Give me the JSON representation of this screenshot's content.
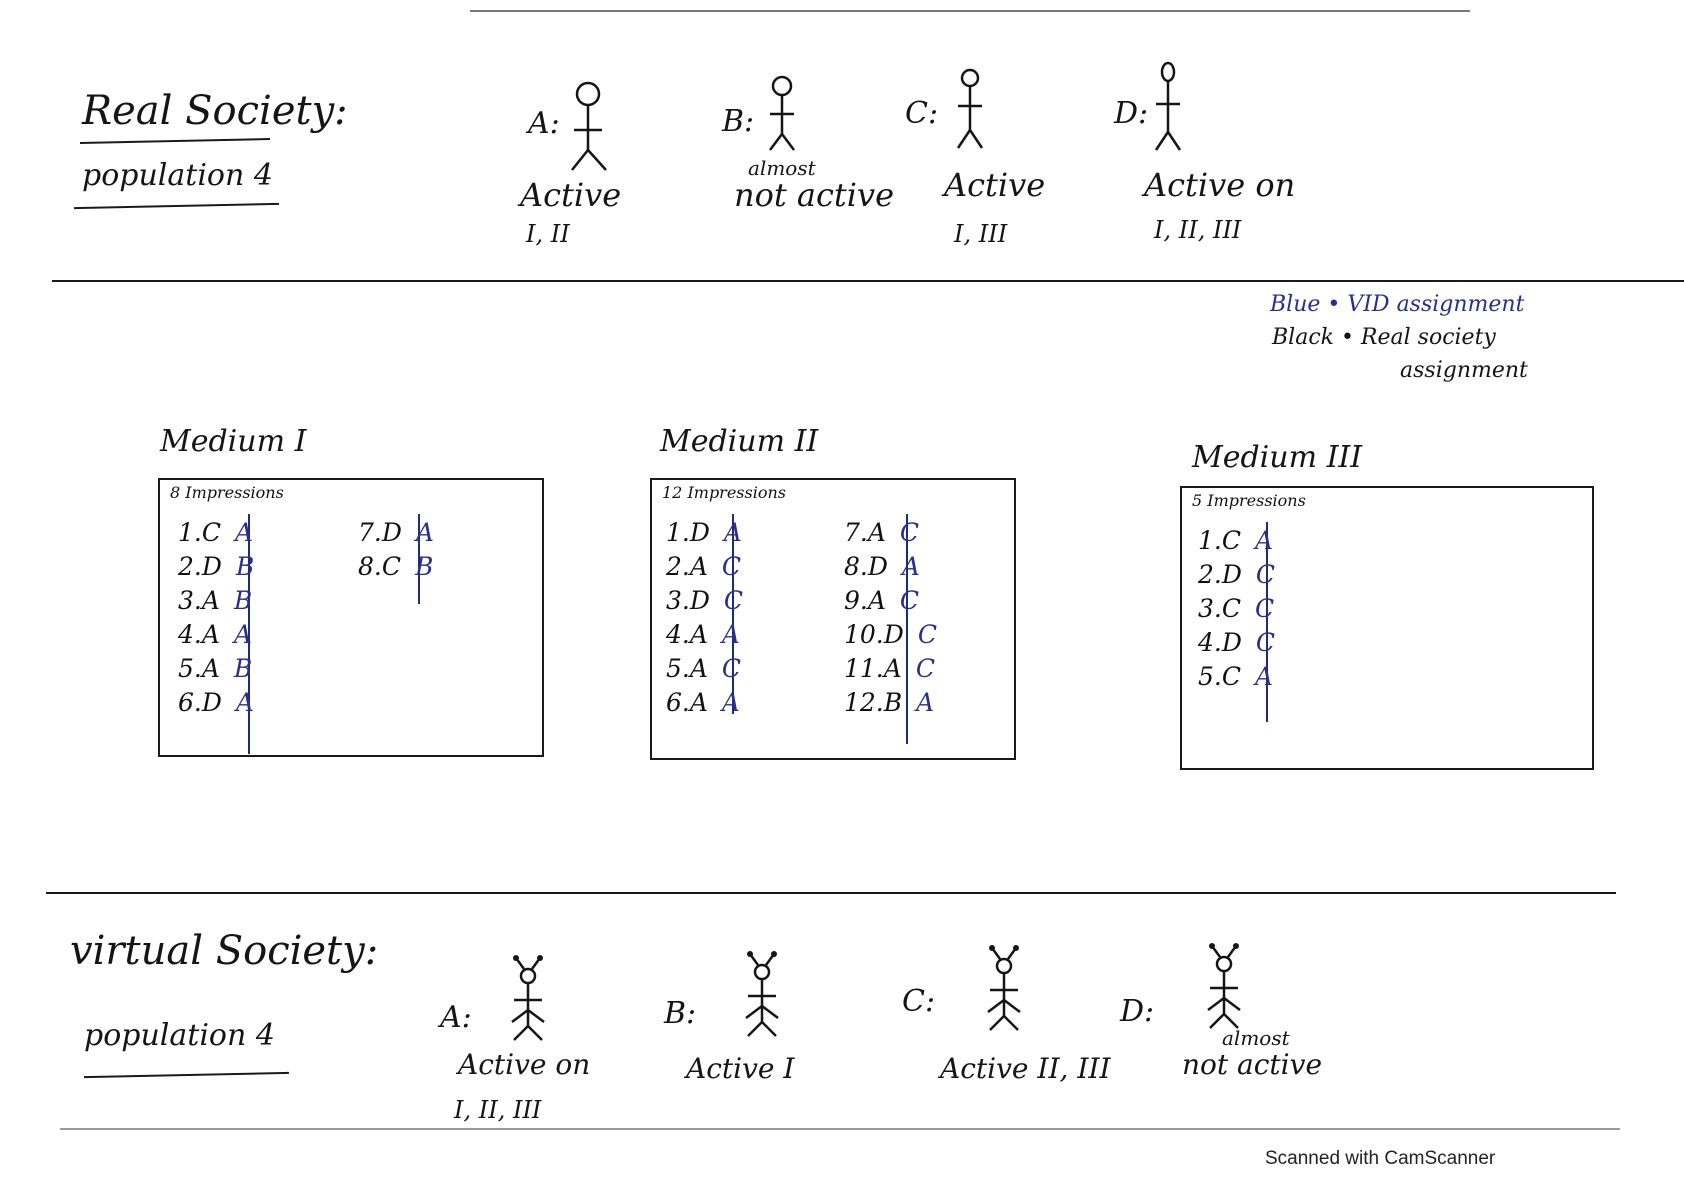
{
  "real_society": {
    "title": "Real Society:",
    "population": "population 4",
    "members": [
      {
        "label": "A:",
        "status": "Active",
        "media": "I, II"
      },
      {
        "label": "B:",
        "status_note": "almost",
        "status": "not active",
        "media": ""
      },
      {
        "label": "C:",
        "status": "Active",
        "media": "I, III"
      },
      {
        "label": "D:",
        "status": "Active on",
        "media": "I, II, III"
      }
    ]
  },
  "legend": {
    "blue_line": "Blue • VID assignment",
    "black_line": "Black • Real society",
    "black_line_cont": "assignment"
  },
  "media": [
    {
      "title": "Medium I",
      "impressions": "8 Impressions",
      "entries": [
        {
          "n": "1.",
          "real": "C",
          "vid": "A"
        },
        {
          "n": "2.",
          "real": "D",
          "vid": "B"
        },
        {
          "n": "3.",
          "real": "A",
          "vid": "B"
        },
        {
          "n": "4.",
          "real": "A",
          "vid": "A"
        },
        {
          "n": "5.",
          "real": "A",
          "vid": "B"
        },
        {
          "n": "6.",
          "real": "D",
          "vid": "A"
        },
        {
          "n": "7.",
          "real": "D",
          "vid": "A"
        },
        {
          "n": "8.",
          "real": "C",
          "vid": "B"
        }
      ]
    },
    {
      "title": "Medium II",
      "impressions": "12 Impressions",
      "entries": [
        {
          "n": "1.",
          "real": "D",
          "vid": "A"
        },
        {
          "n": "2.",
          "real": "A",
          "vid": "C"
        },
        {
          "n": "3.",
          "real": "D",
          "vid": "C"
        },
        {
          "n": "4.",
          "real": "A",
          "vid": "A"
        },
        {
          "n": "5.",
          "real": "A",
          "vid": "C"
        },
        {
          "n": "6.",
          "real": "A",
          "vid": "A"
        },
        {
          "n": "7.",
          "real": "A",
          "vid": "C"
        },
        {
          "n": "8.",
          "real": "D",
          "vid": "A"
        },
        {
          "n": "9.",
          "real": "A",
          "vid": "C"
        },
        {
          "n": "10.",
          "real": "D",
          "vid": "C"
        },
        {
          "n": "11.",
          "real": "A",
          "vid": "C"
        },
        {
          "n": "12.",
          "real": "B",
          "vid": "A"
        }
      ]
    },
    {
      "title": "Medium III",
      "impressions": "5 Impressions",
      "entries": [
        {
          "n": "1.",
          "real": "C",
          "vid": "A"
        },
        {
          "n": "2.",
          "real": "D",
          "vid": "C"
        },
        {
          "n": "3.",
          "real": "C",
          "vid": "C"
        },
        {
          "n": "4.",
          "real": "D",
          "vid": "C"
        },
        {
          "n": "5.",
          "real": "C",
          "vid": "A"
        }
      ]
    }
  ],
  "virtual_society": {
    "title": "virtual Society:",
    "population": "population 4",
    "members": [
      {
        "label": "A:",
        "status": "Active on",
        "media": "I, II, III"
      },
      {
        "label": "B:",
        "status": "Active I",
        "media": ""
      },
      {
        "label": "C:",
        "status": "Active II, III",
        "media": ""
      },
      {
        "label": "D:",
        "status_note": "almost",
        "status": "not active",
        "media": ""
      }
    ]
  },
  "footer": "Scanned with CamScanner",
  "colors": {
    "ink": "#151515",
    "vid_blue": "#2a2f8a"
  }
}
